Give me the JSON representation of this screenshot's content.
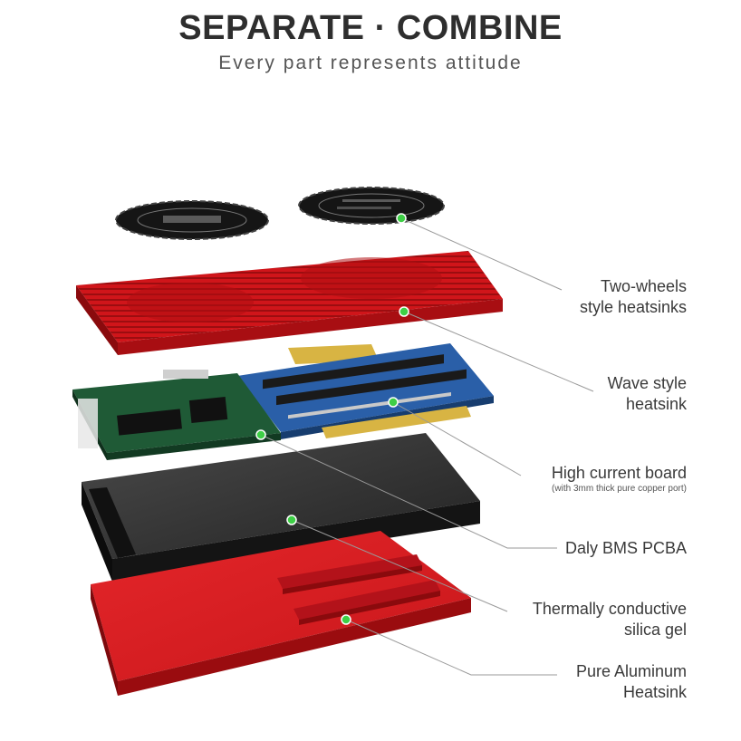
{
  "header": {
    "title": "SEPARATE · COMBINE",
    "subtitle": "Every part represents attitude"
  },
  "callouts": [
    {
      "line1": "Two-wheels",
      "line2": "style heatsinks"
    },
    {
      "line1": "Wave style",
      "line2": "heatsink"
    },
    {
      "line1": "High current board",
      "note": "(with 3mm thick pure copper port)"
    },
    {
      "line1": "Daly BMS PCBA"
    },
    {
      "line1": "Thermally conductive",
      "line2": "silica gel"
    },
    {
      "line1": "Pure Aluminum",
      "line2": "Heatsink"
    }
  ],
  "colors": {
    "heatsink_red": "#d0151a",
    "gel_black": "#2a2a2a",
    "pcb_green": "#1f5a36",
    "pcb_blue": "#2a5fa8",
    "copper_gold": "#d8b443",
    "marker_green": "#3ecf46"
  }
}
